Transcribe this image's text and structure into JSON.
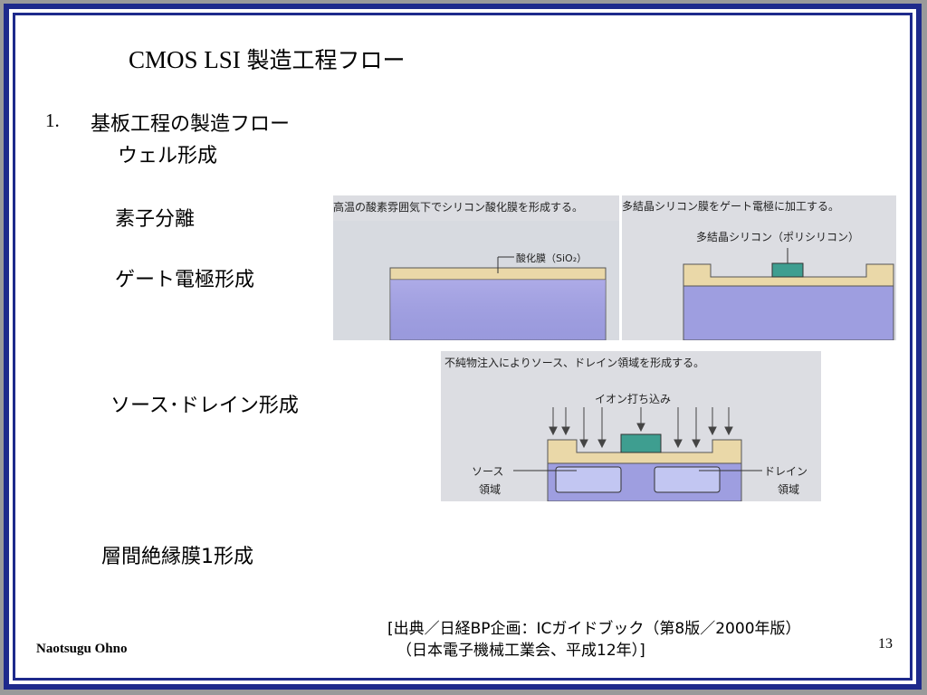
{
  "slide": {
    "title_latin": "CMOS LSI ",
    "title_jp": "製造工程フロー",
    "item_number": "1.",
    "item_text": "基板工程の製造フロー",
    "steps": [
      "ウェル形成",
      "素子分離",
      "ゲート電極形成",
      "ソース･ドレイン形成",
      "層間絶縁膜1形成"
    ],
    "citation_line1": "[出典／日経BP企画：ICガイドブック（第8版／2000年版）",
    "citation_line2": "（日本電子機械工業会、平成12年）]",
    "author": "Naotsugu Ohno",
    "page_number": "13"
  },
  "figures": {
    "oxidation": {
      "caption": "高温の酸素雰囲気下でシリコン酸化膜を形成する。",
      "label": "酸化膜（SiO₂）"
    },
    "gate": {
      "caption": "多結晶シリコン膜をゲート電極に加工する。",
      "label": "多結晶シリコン（ポリシリコン）"
    },
    "implant": {
      "caption": "不純物注入によりソース、ドレイン領域を形成する。",
      "ion_label": "イオン打ち込み",
      "source_label_1": "ソース",
      "source_label_2": "領域",
      "drain_label_1": "ドレイン",
      "drain_label_2": "領域"
    }
  },
  "colors": {
    "frame": "#1e2a8c",
    "oxide": "#ead8a8",
    "substrate": "#9e9ee0",
    "poly": "#3e9e90"
  }
}
